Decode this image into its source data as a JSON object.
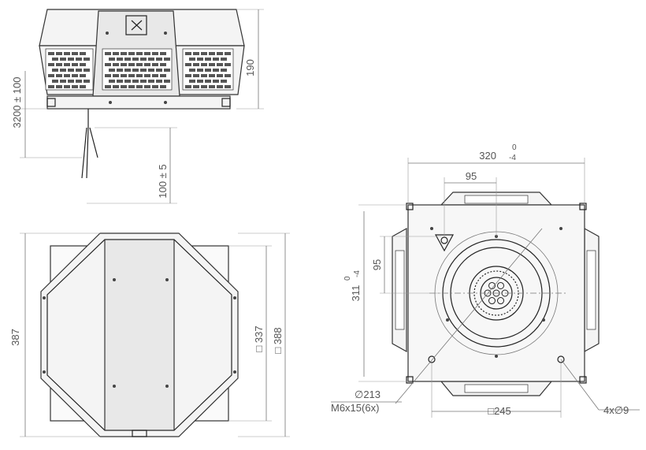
{
  "labels": {
    "top_height": "190",
    "cable_length": "3200 ± 100",
    "cable_tail": "100 ± 5",
    "width_387": "387",
    "sq_337": "□ 337",
    "sq_388": "□ 388",
    "width_320": "320",
    "width_320_tol_top": "0",
    "width_320_tol_bot": "-4",
    "offset_95_top": "95",
    "offset_95_left": "95",
    "height_311": "311",
    "height_311_tol_top": "0",
    "height_311_tol_bot": "-4",
    "dia_213": "∅213",
    "thread": "M6x15(6x)",
    "sq_245": "□245",
    "holes": "4x∅9"
  },
  "colors": {
    "line": "#333333",
    "dim": "#777777",
    "fill": "#f4f4f4"
  }
}
